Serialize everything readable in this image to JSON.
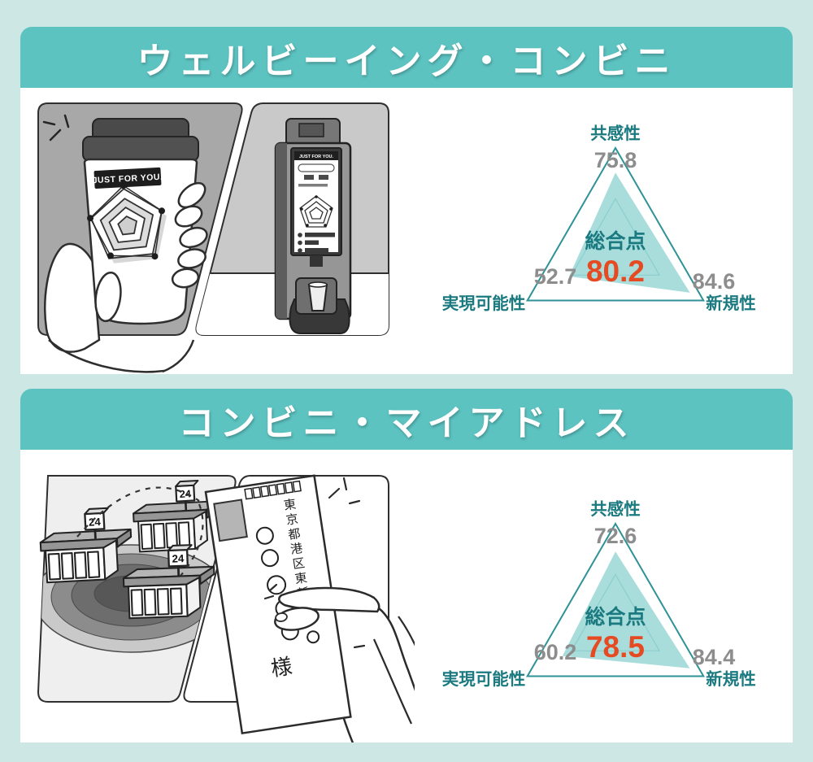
{
  "sections": [
    {
      "title": "ウェルビーイング・コンビニ",
      "illustration": {
        "cup_label": "JUST FOR YOU.",
        "machine_screen_title": "JUST FOR YOU."
      }
    },
    {
      "title": "コンビニ・マイアドレス",
      "illustration": {
        "store_sign": "24",
        "address_text": "東京都港区東新",
        "honorific": "様"
      }
    }
  ],
  "chart_data": [
    {
      "type": "radar",
      "section": "ウェルビーイング・コンビニ",
      "axes": [
        "共感性",
        "新規性",
        "実現可能性"
      ],
      "values": [
        75.8,
        84.6,
        52.7
      ],
      "center_label": "総合点",
      "center_value": "80.2",
      "range": [
        0,
        100
      ],
      "gridlines": [
        50,
        100
      ]
    },
    {
      "type": "radar",
      "section": "コンビニ・マイアドレス",
      "axes": [
        "共感性",
        "新規性",
        "実現可能性"
      ],
      "values": [
        72.6,
        84.4,
        60.2
      ],
      "center_label": "総合点",
      "center_value": "78.5",
      "range": [
        0,
        100
      ],
      "gridlines": [
        50,
        100
      ]
    }
  ],
  "colors": {
    "background": "#cde8e4",
    "header_bar": "#5cc3c1",
    "axis_label": "#1a7a80",
    "value_gray": "#8d8d8d",
    "total_red": "#e64a23",
    "triangle_stroke": "#2e9297",
    "grid_stroke": "#62b3b6",
    "fill_teal": "#93d4d3"
  }
}
